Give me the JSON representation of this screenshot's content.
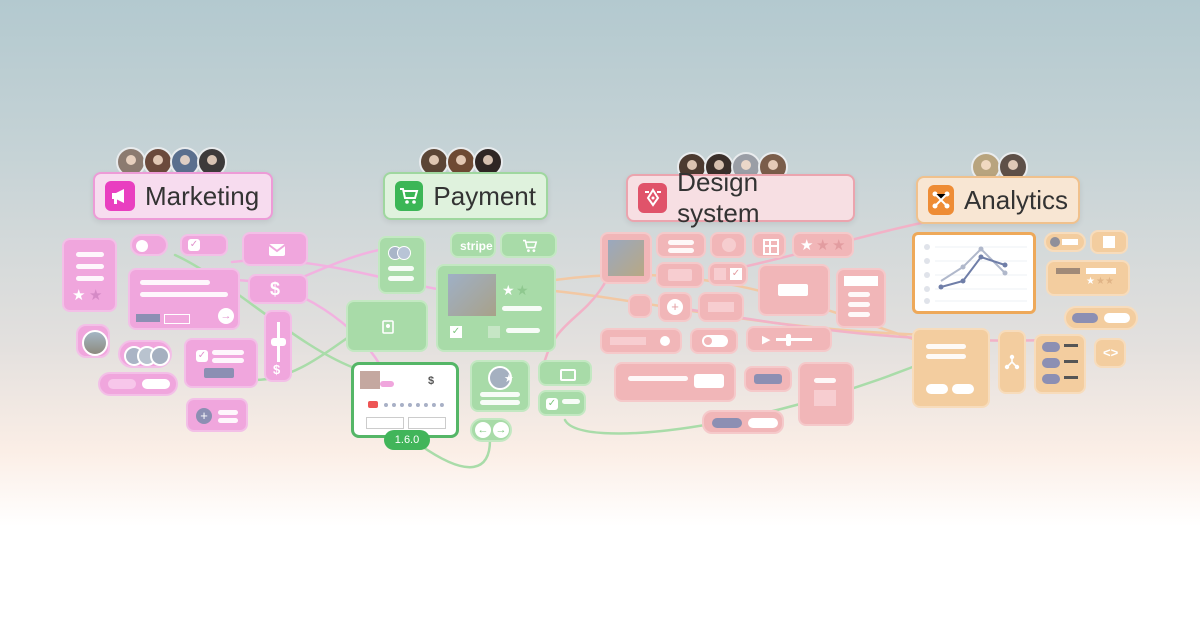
{
  "groups": {
    "marketing": {
      "label": "Marketing",
      "icon": "megaphone-icon",
      "accent": "#e93fc0"
    },
    "payment": {
      "label": "Payment",
      "icon": "cart-icon",
      "accent": "#3cb656"
    },
    "design": {
      "label": "Design system",
      "icon": "pen-tool-icon",
      "accent": "#e0536a"
    },
    "analytics": {
      "label": "Analytics",
      "icon": "analytics-icon",
      "accent": "#ee8c35"
    }
  },
  "payment_widgets": {
    "stripe": "stripe",
    "version": "1.6.0",
    "currency_symbol": "$"
  },
  "colors": {
    "pink": "#f0a6dd",
    "green": "#a8dba8",
    "red": "#f1b6b8",
    "orange": "#f3cd9f",
    "link_pink": "#f0a6dd",
    "link_green": "#a3d9a3",
    "link_orange": "#f1c58e"
  }
}
